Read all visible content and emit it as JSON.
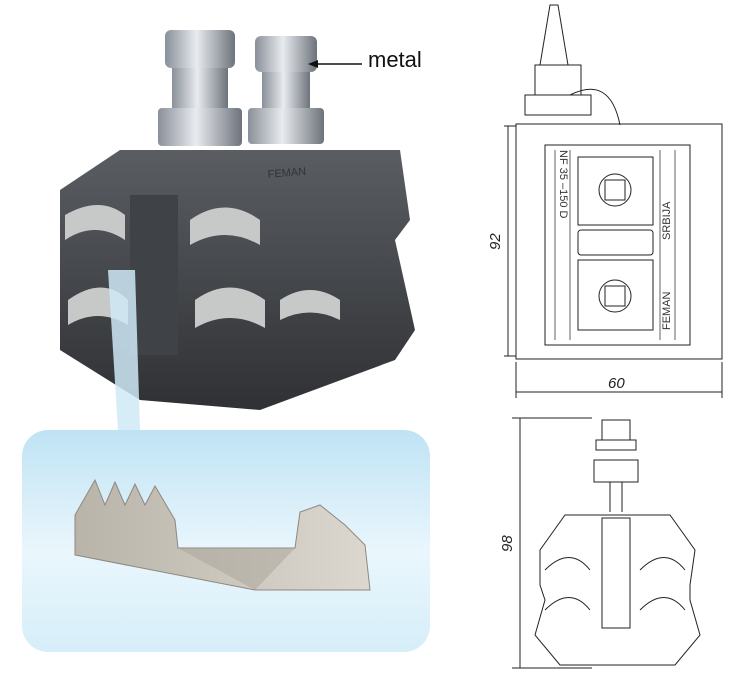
{
  "annotations": {
    "metal_label": "metal"
  },
  "drawing_top": {
    "dimension_height": "92",
    "dimension_width": "60",
    "marking_left": "NF 35 –150 D",
    "marking_right_top": "SRBIJA",
    "marking_right_bottom": "FEMAN"
  },
  "drawing_bottom": {
    "dimension_height": "98"
  },
  "photo": {
    "embossed_brand": "FEMAN"
  }
}
